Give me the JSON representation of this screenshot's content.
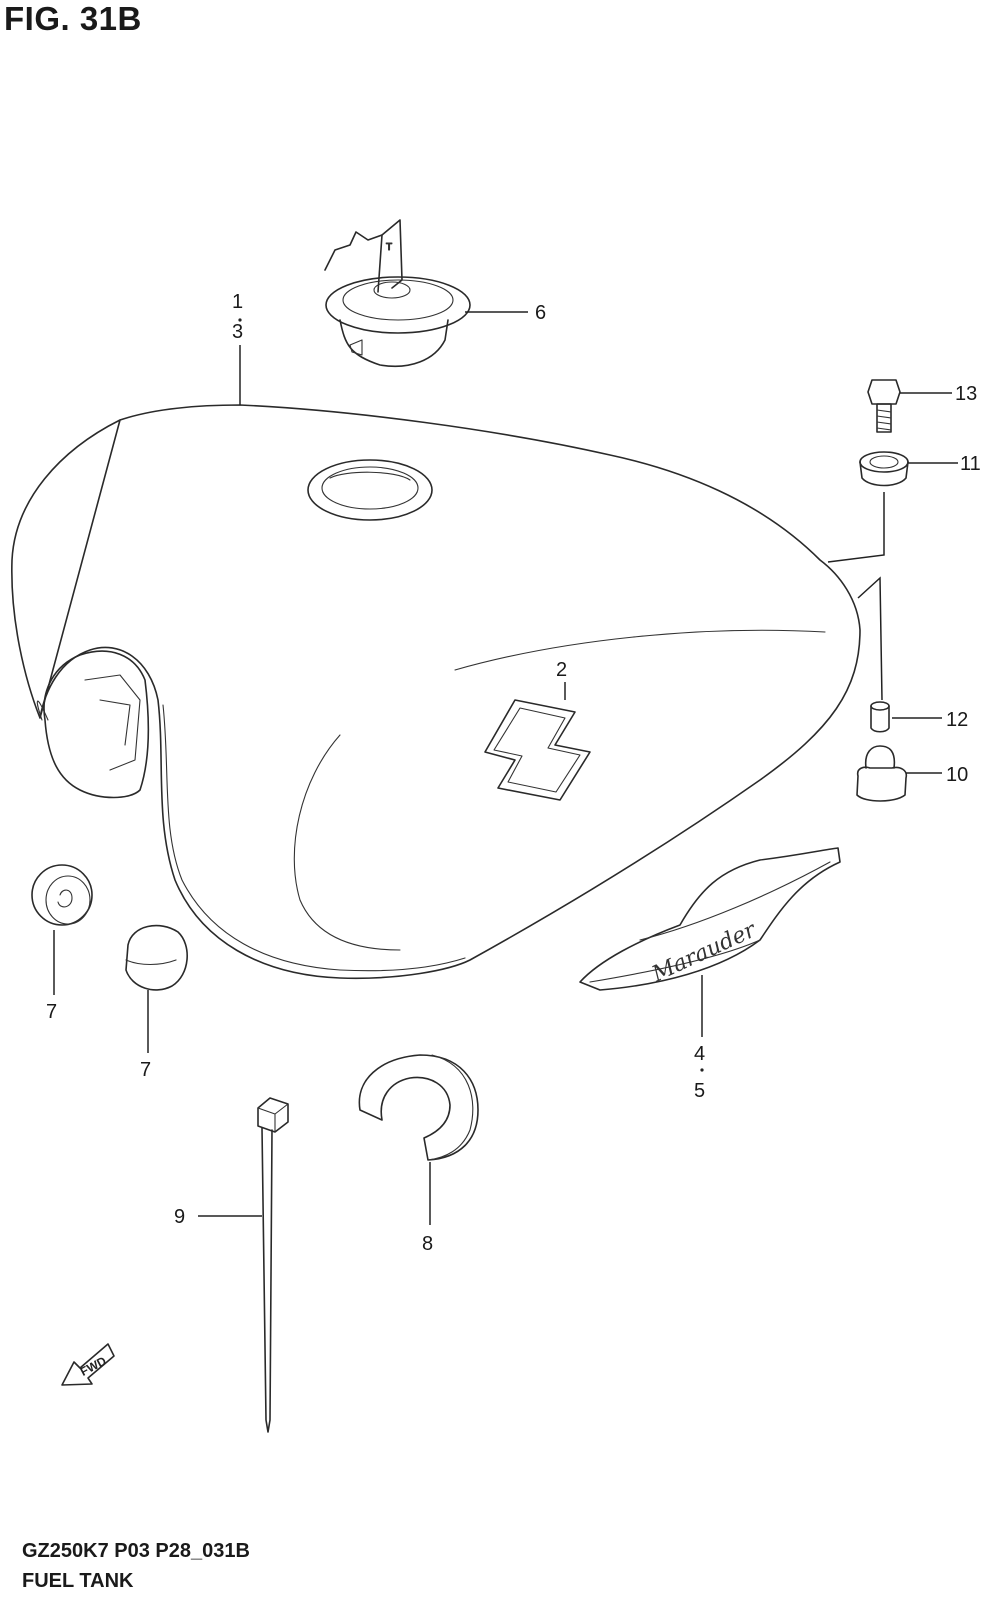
{
  "figure": {
    "title": "FIG. 31B",
    "model_code": "GZ250K7 P03 P28_031B",
    "section_name": "FUEL TANK"
  },
  "callouts": {
    "c1": "1",
    "c3": "3",
    "c2": "2",
    "c6": "6",
    "c13": "13",
    "c11": "11",
    "c12": "12",
    "c10": "10",
    "c7a": "7",
    "c7b": "7",
    "c4": "4",
    "c5": "5",
    "c8": "8",
    "c9": "9"
  },
  "emblem": {
    "script_text": "Marauder"
  },
  "direction_arrow": {
    "label": "FWD"
  }
}
